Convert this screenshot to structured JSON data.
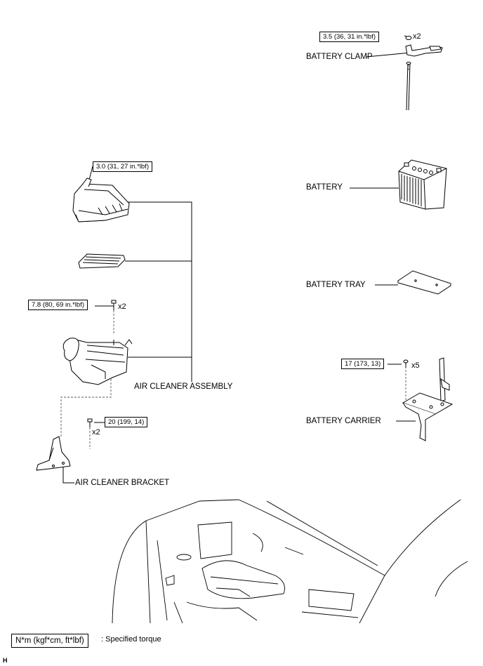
{
  "labels": {
    "battery_clamp": "BATTERY CLAMP",
    "battery": "BATTERY",
    "battery_tray": "BATTERY TRAY",
    "battery_carrier": "BATTERY CARRIER",
    "air_cleaner_assembly": "AIR CLEANER ASSEMBLY",
    "air_cleaner_bracket": "AIR CLEANER BRACKET"
  },
  "torques": {
    "battery_clamp": "3.5 (36, 31 in.*lbf)",
    "air_cleaner_cap": "3.0 (31, 27 in.*lbf)",
    "air_cleaner_bolt": "7.8 (80, 69 in.*lbf)",
    "bracket_bolt": "20 (199, 14)",
    "carrier_bolt": "17 (173, 13)"
  },
  "quantities": {
    "battery_clamp": "x2",
    "air_cleaner_bolt": "x2",
    "bracket_bolt": "x2",
    "carrier_bolt": "x5"
  },
  "legend": {
    "unit": "N*m (kgf*cm, ft*lbf)",
    "description": ": Specified torque"
  },
  "corner_mark": "H"
}
